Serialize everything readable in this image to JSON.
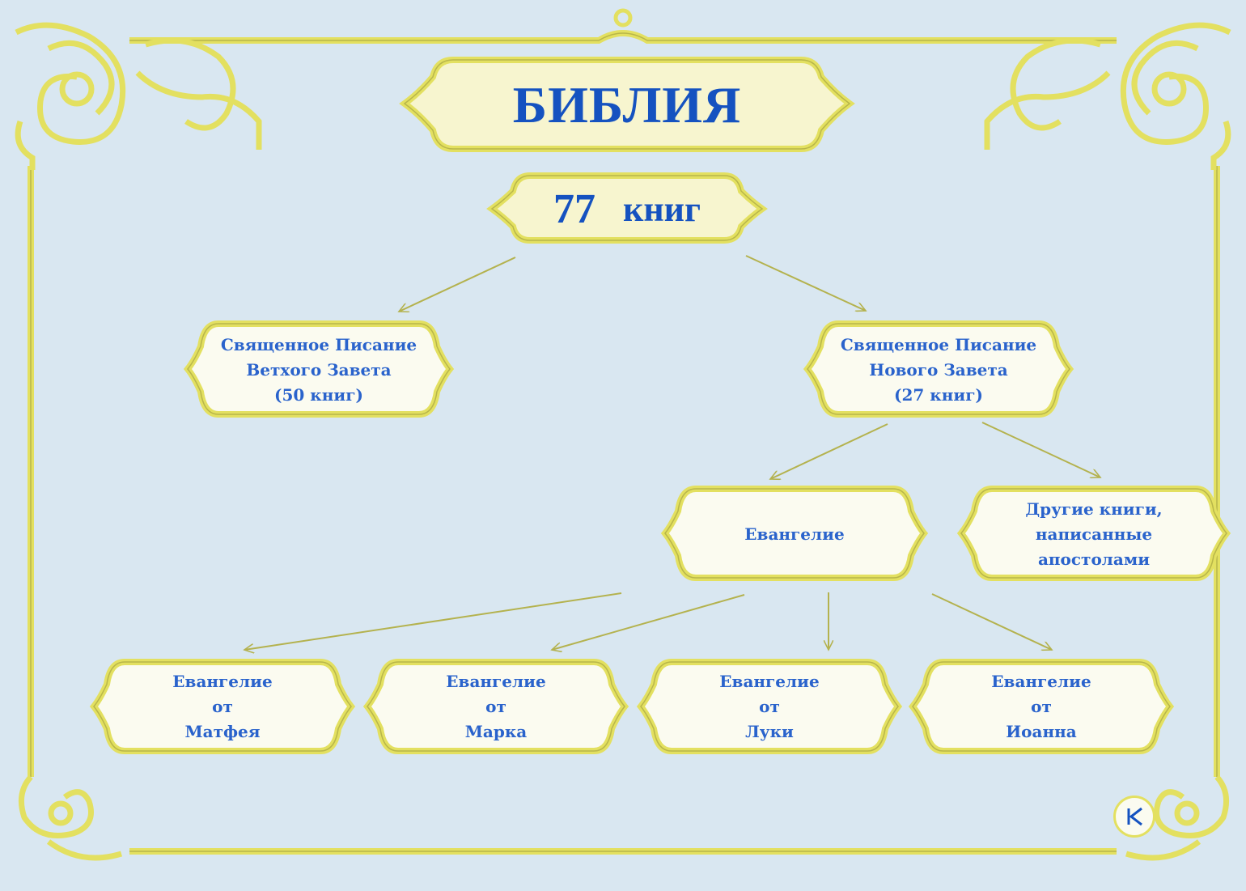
{
  "title": "БИБЛИЯ",
  "root": {
    "count": "77",
    "unit": "книг"
  },
  "old_testament": {
    "lines": [
      "Священное Писание",
      "Ветхого Завета",
      "(50 книг)"
    ]
  },
  "new_testament": {
    "lines": [
      "Священное Писание",
      "Нового Завета",
      "(27 книг)"
    ]
  },
  "gospel": {
    "label": "Евангелие"
  },
  "other_books": {
    "lines": [
      "Другие книги,",
      "написанные",
      "апостолами"
    ]
  },
  "gospels": [
    {
      "lines": [
        "Евангелие",
        "от",
        "Матфея"
      ]
    },
    {
      "lines": [
        "Евангелие",
        "от",
        "Марка"
      ]
    },
    {
      "lines": [
        "Евангелие",
        "от",
        "Луки"
      ]
    },
    {
      "lines": [
        "Евангелие",
        "от",
        "Иоанна"
      ]
    }
  ],
  "nav": {
    "icon": "back-to-start-icon"
  },
  "colors": {
    "background": "#d9e7f1",
    "frame": "#e3e060",
    "frame_dark": "#b8b64a",
    "box_fill": "#fbfbf0",
    "title_fill": "#f7f5cf",
    "text": "#1f56c4",
    "arrow": "#b4b24e"
  }
}
